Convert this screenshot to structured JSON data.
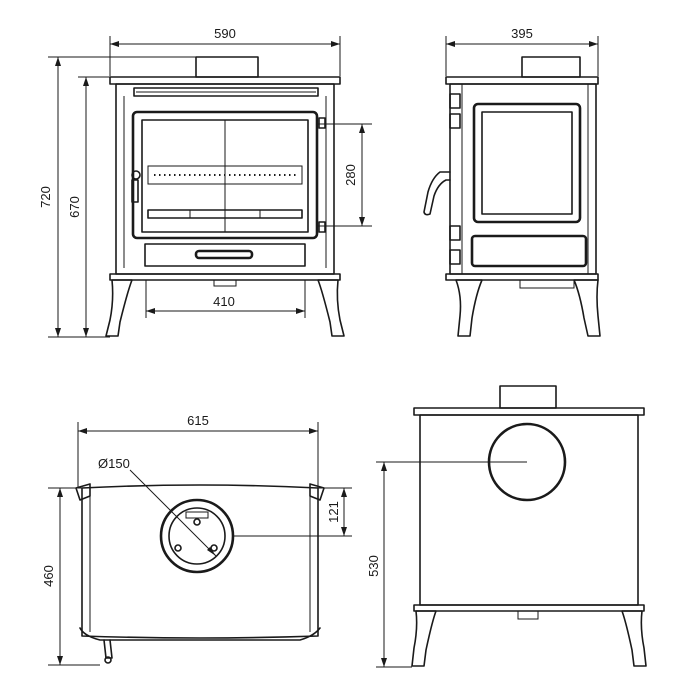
{
  "dimensions": {
    "front_width": "590",
    "front_height_total": "720",
    "front_height_body": "670",
    "front_glass_height": "280",
    "front_glass_width": "410",
    "side_depth": "395",
    "top_width": "615",
    "top_flue_diameter": "Ø150",
    "top_depth": "460",
    "top_flue_offset": "121",
    "rear_flue_height": "530"
  },
  "colors": {
    "line": "#1a1a1a",
    "background": "#ffffff"
  }
}
